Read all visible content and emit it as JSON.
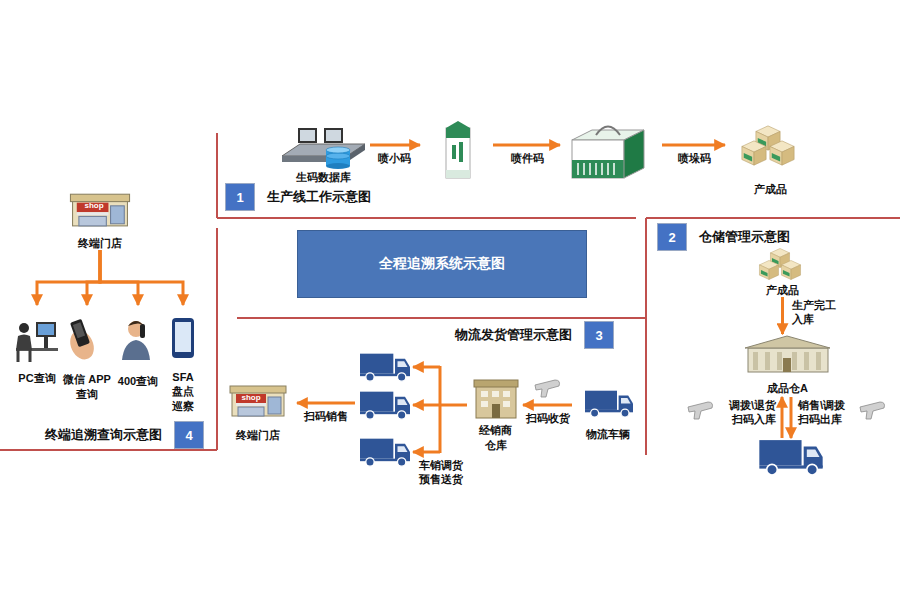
{
  "diagram": {
    "title": "全程追溯系统示意图",
    "nodes": [
      {
        "text": [
          "1",
          "生产线工作示意图"
        ]
      },
      {
        "text": [
          "生码数据库"
        ]
      },
      {
        "text": [
          "产成品"
        ]
      },
      {
        "text": [
          "2",
          "仓储管理示意图"
        ]
      },
      {
        "text": [
          "产成品"
        ]
      },
      {
        "text": [
          "成品仓A"
        ]
      },
      {
        "text": [
          "物流发货管理示意图",
          "3"
        ]
      },
      {
        "text": [
          "物流车辆"
        ]
      },
      {
        "text": [
          "经销商 仓库"
        ]
      },
      {
        "text": [
          "终端门店"
        ]
      },
      {
        "text": [
          "终端门店"
        ]
      },
      {
        "text": [
          "PC查询"
        ]
      },
      {
        "text": [
          "微信 APP查询"
        ]
      },
      {
        "text": [
          "400查询"
        ]
      },
      {
        "text": [
          "SFA 盘点 巡察"
        ]
      },
      {
        "text": [
          "终端追溯查询示意图",
          "4"
        ]
      }
    ],
    "edges": [
      {
        "from": 4,
        "to": 5,
        "label": "生产完工 入库",
        "arrow": "to"
      },
      {
        "from": 7,
        "to": 8,
        "label": "扫码收货",
        "arrow": "to"
      },
      {
        "from": 10,
        "to": 11,
        "arrow": "to"
      },
      {
        "from": 10,
        "to": 12,
        "arrow": "to"
      },
      {
        "from": 10,
        "to": 13,
        "arrow": "to"
      },
      {
        "from": 10,
        "to": 14,
        "arrow": "to"
      }
    ],
    "labels": [
      "喷小码",
      "喷件码",
      "喷垛码",
      "调拨\\退货 扫码入库",
      "销售\\调拨 扫码出库",
      "车销调货 预售送货",
      "扫码销售",
      "shop",
      "shop"
    ]
  }
}
